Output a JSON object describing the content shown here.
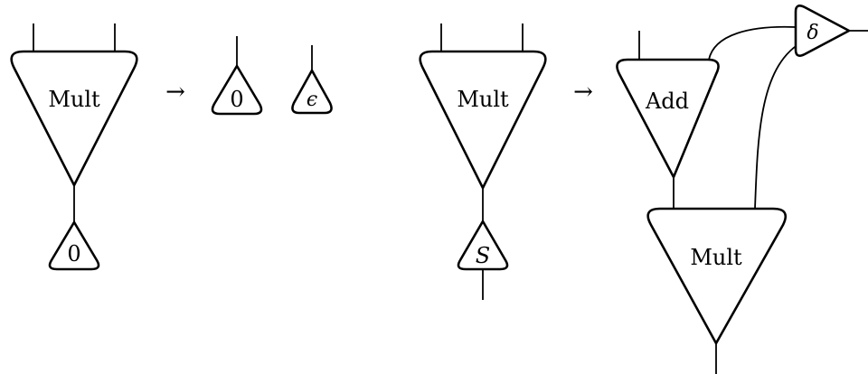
{
  "rule1": {
    "lhs": {
      "mult_label": "Mult",
      "bottom_label": "0"
    },
    "arrow": "→",
    "rhs": {
      "zero_label": "0",
      "epsilon_label": "ϵ"
    }
  },
  "rule2": {
    "lhs": {
      "mult_label": "Mult",
      "bottom_label": "S"
    },
    "arrow": "→",
    "rhs": {
      "add_label": "Add",
      "mult_label": "Mult",
      "delta_label": "δ"
    }
  }
}
